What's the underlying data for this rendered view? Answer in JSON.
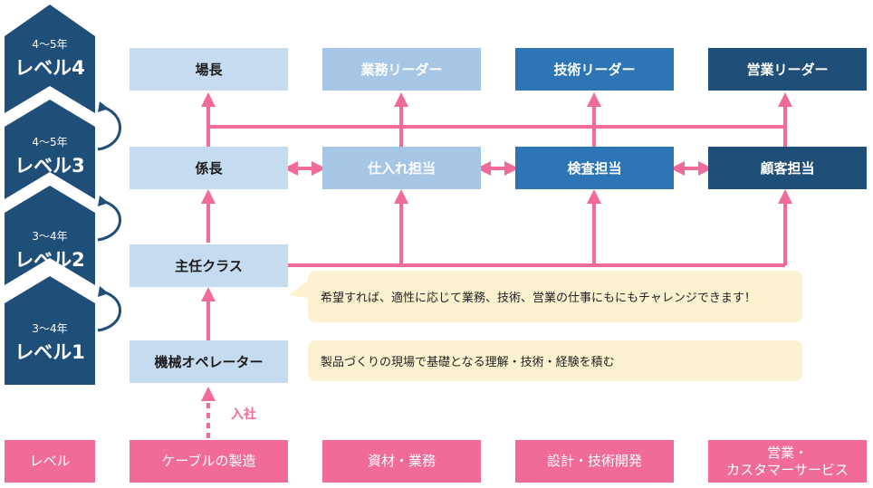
{
  "levels": [
    {
      "years": "4～5年",
      "name": "レベル4"
    },
    {
      "years": "4～5年",
      "name": "レベル3"
    },
    {
      "years": "3～4年",
      "name": "レベル2"
    },
    {
      "years": "3～4年",
      "name": "レベル1"
    }
  ],
  "positions": {
    "factory_manager": "場長",
    "business_leader": "業務リーダー",
    "tech_leader": "技術リーダー",
    "sales_leader": "営業リーダー",
    "section_chief": "係長",
    "purchasing": "仕入れ担当",
    "inspection": "検査担当",
    "customer": "顧客担当",
    "chief_class": "主任クラス",
    "operator": "機械オペレーター"
  },
  "notes": {
    "challenge": "希望すれば、適性に応じて業務、技術、営業の仕事にもにもチャレンジできます！",
    "foundation": "製品づくりの現場で基礎となる理解・技術・経験を積む"
  },
  "join_label": "入社",
  "bottom": {
    "level": "レベル",
    "cable": "ケーブルの製造",
    "materials": "資材・業務",
    "design": "設計・技術開発",
    "sales_line1": "営業・",
    "sales_line2": "カスタマーサービス"
  },
  "colors": {
    "pink": "#f06a9a",
    "navy": "#1f4e79",
    "blue": "#2e75b6",
    "light_blue": "#c5dbf0",
    "note_bg": "#fdf2cf"
  }
}
